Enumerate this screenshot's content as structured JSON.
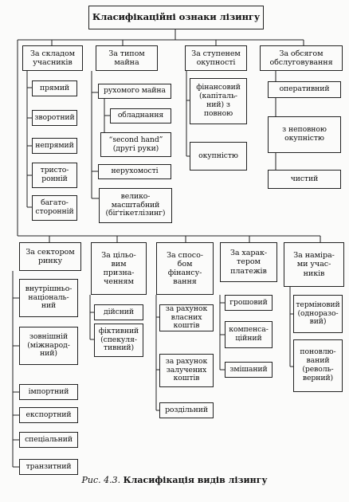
{
  "title": "Класифікаційні ознаки лізингу",
  "groups_top": [
    {
      "header": "За складом\nучасників",
      "items": [
        "прямий",
        "зворотний",
        "непрямий",
        "тристо-\nронній",
        "багато-\nсторонній"
      ]
    },
    {
      "header": "За типом\nмайна",
      "items": [
        "рухомого майна",
        "обладнання",
        "“second hand”\n(другі руки)",
        "нерухомості",
        "велико-\nмасштабний\n(біґтікетлізинг)"
      ]
    },
    {
      "header": "За ступенем\nокупності",
      "items": [
        "фінансовий\n(капіталь-\nний) з\nповною",
        "окупністю"
      ]
    },
    {
      "header": "За обсягом\nобслуговування",
      "items": [
        "оперативний",
        "з неповною\nокупністю",
        "чистий"
      ]
    }
  ],
  "groups_bottom": [
    {
      "header": "За сектором\nринку",
      "items": [
        "внутрішньо-\nнаціональ-\nний",
        "зовнішній\n(міжнарод-\nний)",
        "імпортний",
        "експортний",
        "спеціальний",
        "транзитний"
      ]
    },
    {
      "header": "За цільо-\nвим\nпризна-\nченням",
      "items": [
        "дійсний",
        "фіктивний\n(спекуля-\nтивний)"
      ]
    },
    {
      "header": "За спосо-\nбом\nфінансу-\nвання",
      "items": [
        "за рахунок\nвласних\nкоштів",
        "за рахунок\nзалучених\nкоштів",
        "роздільний"
      ]
    },
    {
      "header": "За харак-\nтером\nплатежів",
      "items": [
        "грошовий",
        "компенса-\nційний",
        "змішаний"
      ]
    },
    {
      "header": "За наміра-\nми учас-\nників",
      "items": [
        "терміновий\n(одноразо-\nвий)",
        "поновлю-\nваний\n(револь-\nверний)"
      ]
    }
  ],
  "caption": {
    "figure": "Рис. 4.3.",
    "text": "Класифікація видів лізингу"
  }
}
